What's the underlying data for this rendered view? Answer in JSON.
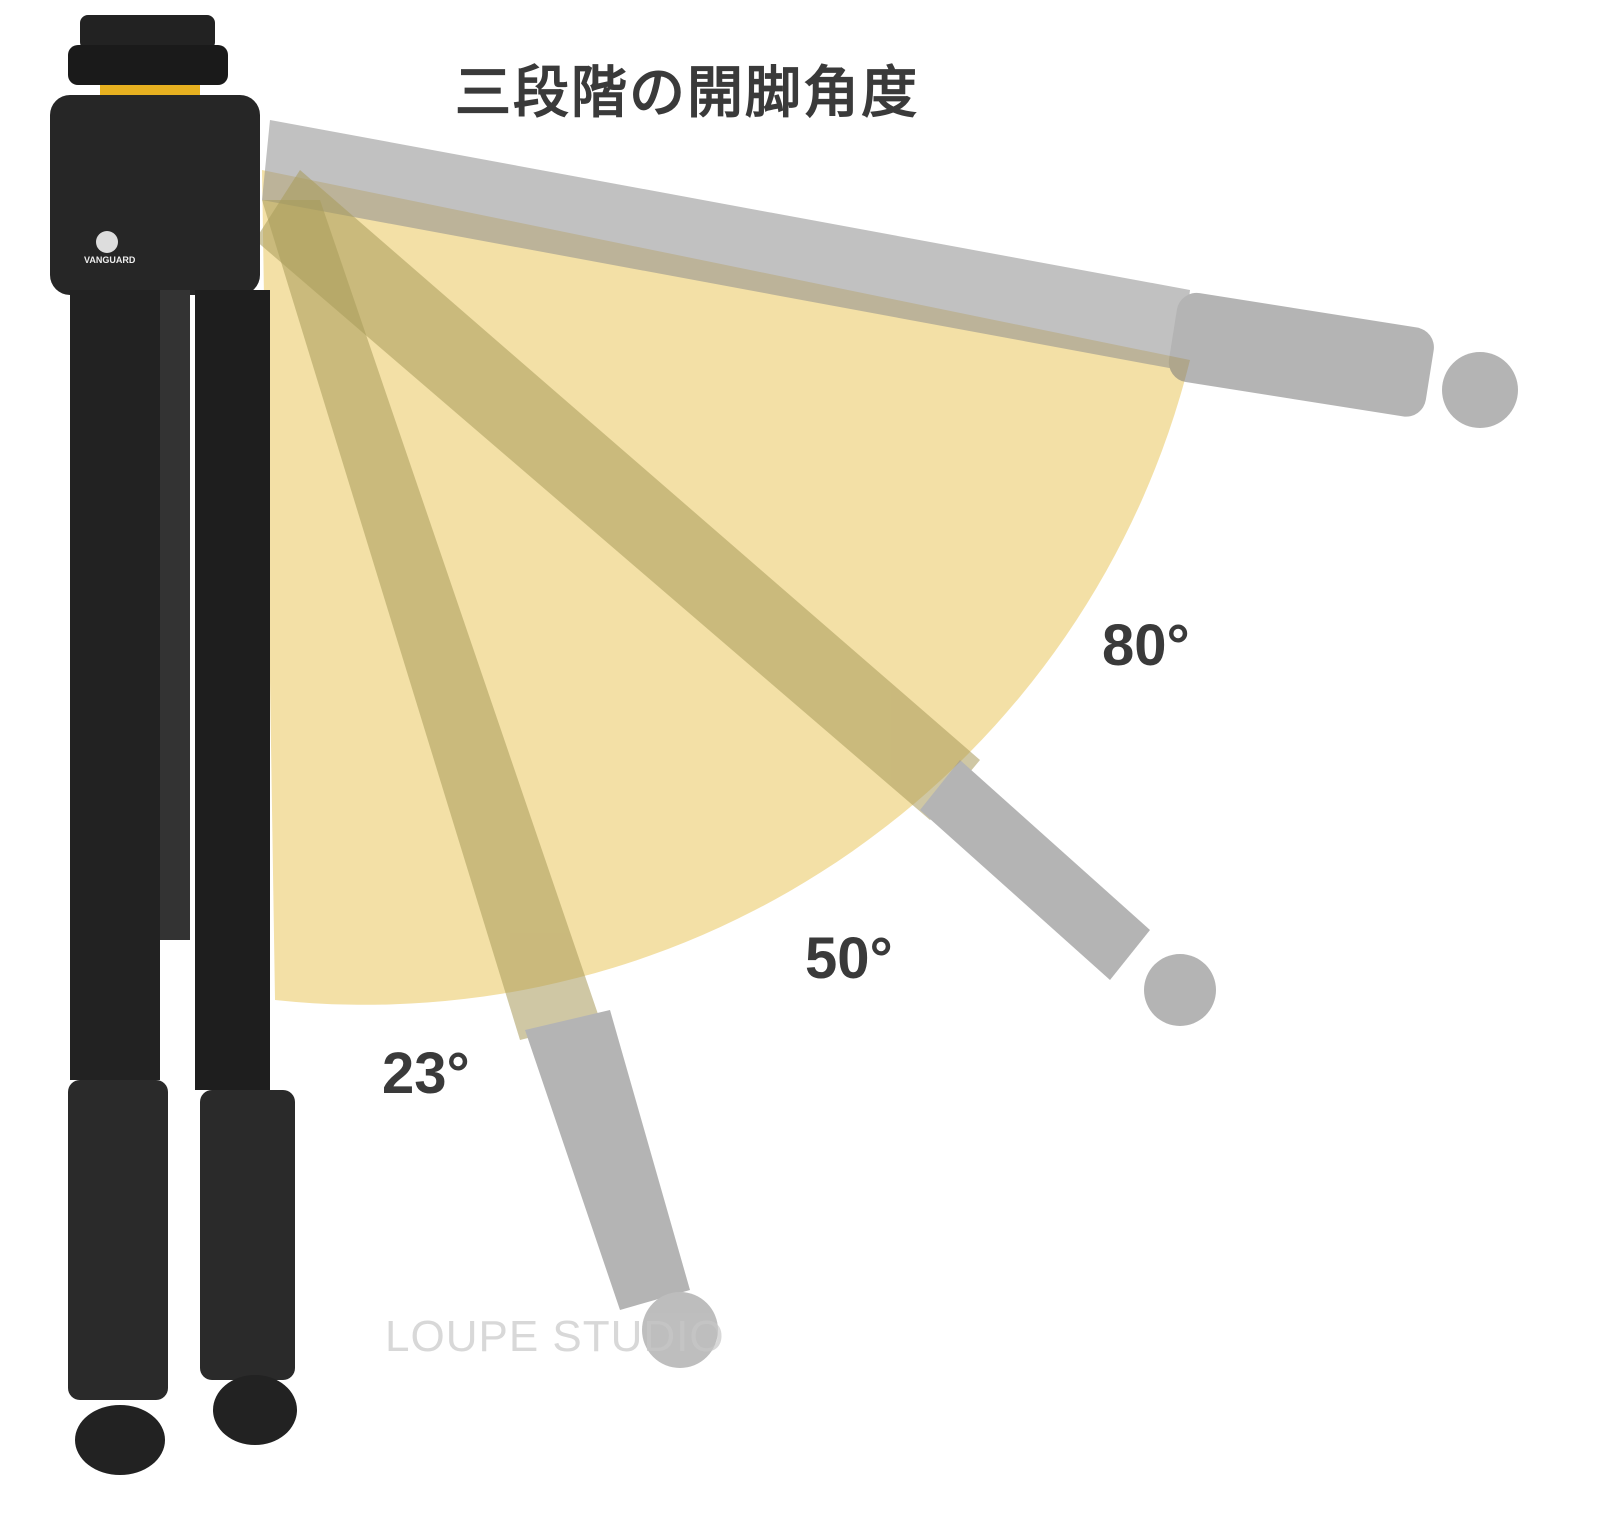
{
  "title": "三段階の開脚角度",
  "angles": [
    "23°",
    "50°",
    "80°"
  ],
  "brand_logo": "VANGUARD",
  "watermark": "LOUPE STUDIO",
  "colors": {
    "fan": "#f3e0a6",
    "text": "#3a3a3a",
    "leg_ghost": "#9a9a9a",
    "tripod": "#1c1c1c",
    "accent": "#e6b020"
  }
}
